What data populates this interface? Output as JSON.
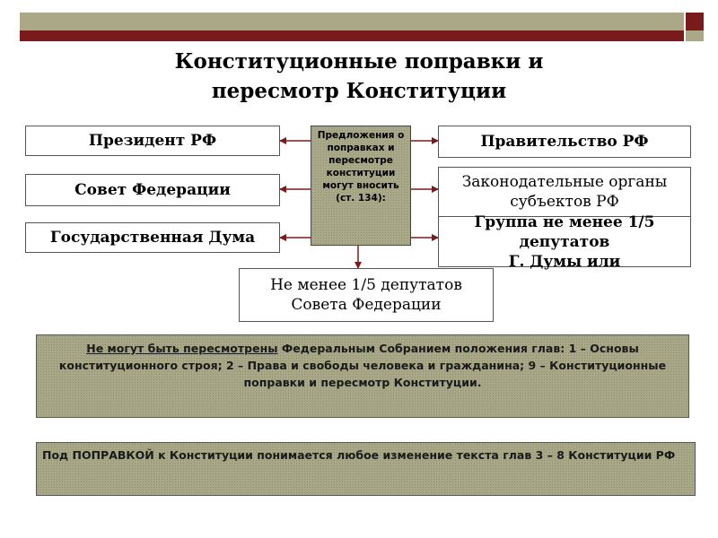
{
  "title": {
    "line1": "Конституционные поправки и",
    "line2": "пересмотр Конституции"
  },
  "center": {
    "lines": [
      "Предложения о",
      "поправках и",
      "пересмотре",
      "конституции",
      "могут вносить",
      "(ст. 134):"
    ]
  },
  "left_boxes": [
    {
      "label": "Президент РФ"
    },
    {
      "label": "Совет Федерации"
    },
    {
      "label": "Государственная Дума"
    }
  ],
  "right_boxes": [
    {
      "label": "Правительство РФ"
    },
    {
      "line1": "Законодательные органы",
      "line2": "субъектов РФ"
    },
    {
      "line1": "Группа не менее 1/5 депутатов",
      "line2": "Г. Думы  или"
    }
  ],
  "bottom_box": {
    "line1": "Не менее 1/5 депутатов",
    "line2": "Совета Федерации"
  },
  "panel1": {
    "lead": "Не могут быть пересмотрены",
    "text": " Федеральным Собранием положения глав:  1 – Основы конституционного строя;  2 – Права и свободы человека и гражданина;   9 – Конституционные поправки и пересмотр Конституции."
  },
  "panel2": {
    "text": "Под   ПОПРАВКОЙ   к Конституции  понимается  любое  изменение  текста  глав  3  –  8  Конституции  РФ"
  },
  "colors": {
    "header_band": "#aaa886",
    "accent": "#7a1b1b",
    "panel": "#a8a888",
    "arrow": "#7a1b1b"
  }
}
